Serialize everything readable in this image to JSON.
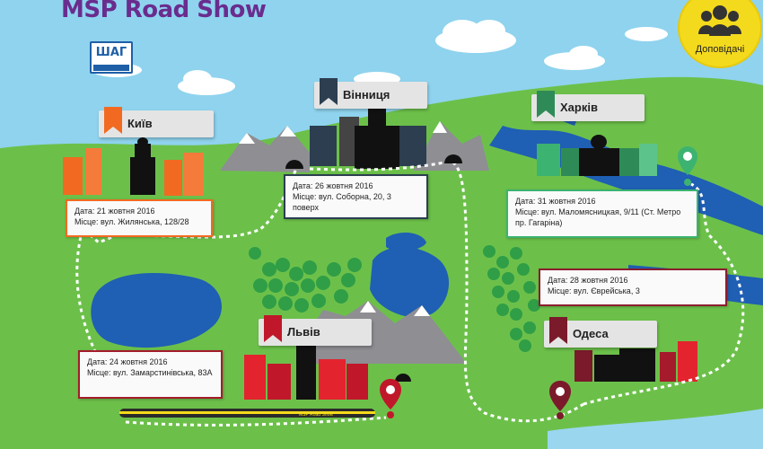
{
  "header": {
    "title": "MSP Road Show",
    "logo_text": "ШАГ",
    "speakers_label": "Доповідачі"
  },
  "colors": {
    "grass": "#6cc04a",
    "water": "#1f5fb4",
    "sky": "#8fd3ee",
    "accent_title": "#6a2c8e",
    "speakers_button": "#f4da1c"
  },
  "icons": [
    "speakers-icon",
    "location-pin-icon",
    "bookmark-flag-icon",
    "train-icon"
  ],
  "cities": [
    {
      "name": "Київ",
      "date": "Дата: 21 жовтня 2016",
      "place": "Місце: вул. Жилянська, 128/28",
      "flag_color": "#f26a21",
      "border": "#f26a21"
    },
    {
      "name": "Вінниця",
      "date": "Дата: 26 жовтня 2016",
      "place": "Місце: вул. Соборна, 20, 3 поверх",
      "flag_color": "#2c3e50",
      "border": "#2c3e50"
    },
    {
      "name": "Харків",
      "date": "Дата: 31 жовтня 2016",
      "place": "Місце: вул. Маломясницкая, 9/11 (Ст. Метро пр. Гагаріна)",
      "flag_color": "#2e8b57",
      "border": "#3cb371"
    },
    {
      "name": "Одеса",
      "date": "Дата: 28 жовтня 2016",
      "place": "Місце: вул. Єврейська, 3",
      "flag_color": "#7b1a2a",
      "border": "#8b1e2e"
    },
    {
      "name": "Львів",
      "date": "Дата: 24 жовтня 2016",
      "place": "Місце: вул. Замарстинівська, 83А",
      "flag_color": "#c0182a",
      "border": "#a51b2b"
    }
  ],
  "train_label": "MSP Road Show"
}
